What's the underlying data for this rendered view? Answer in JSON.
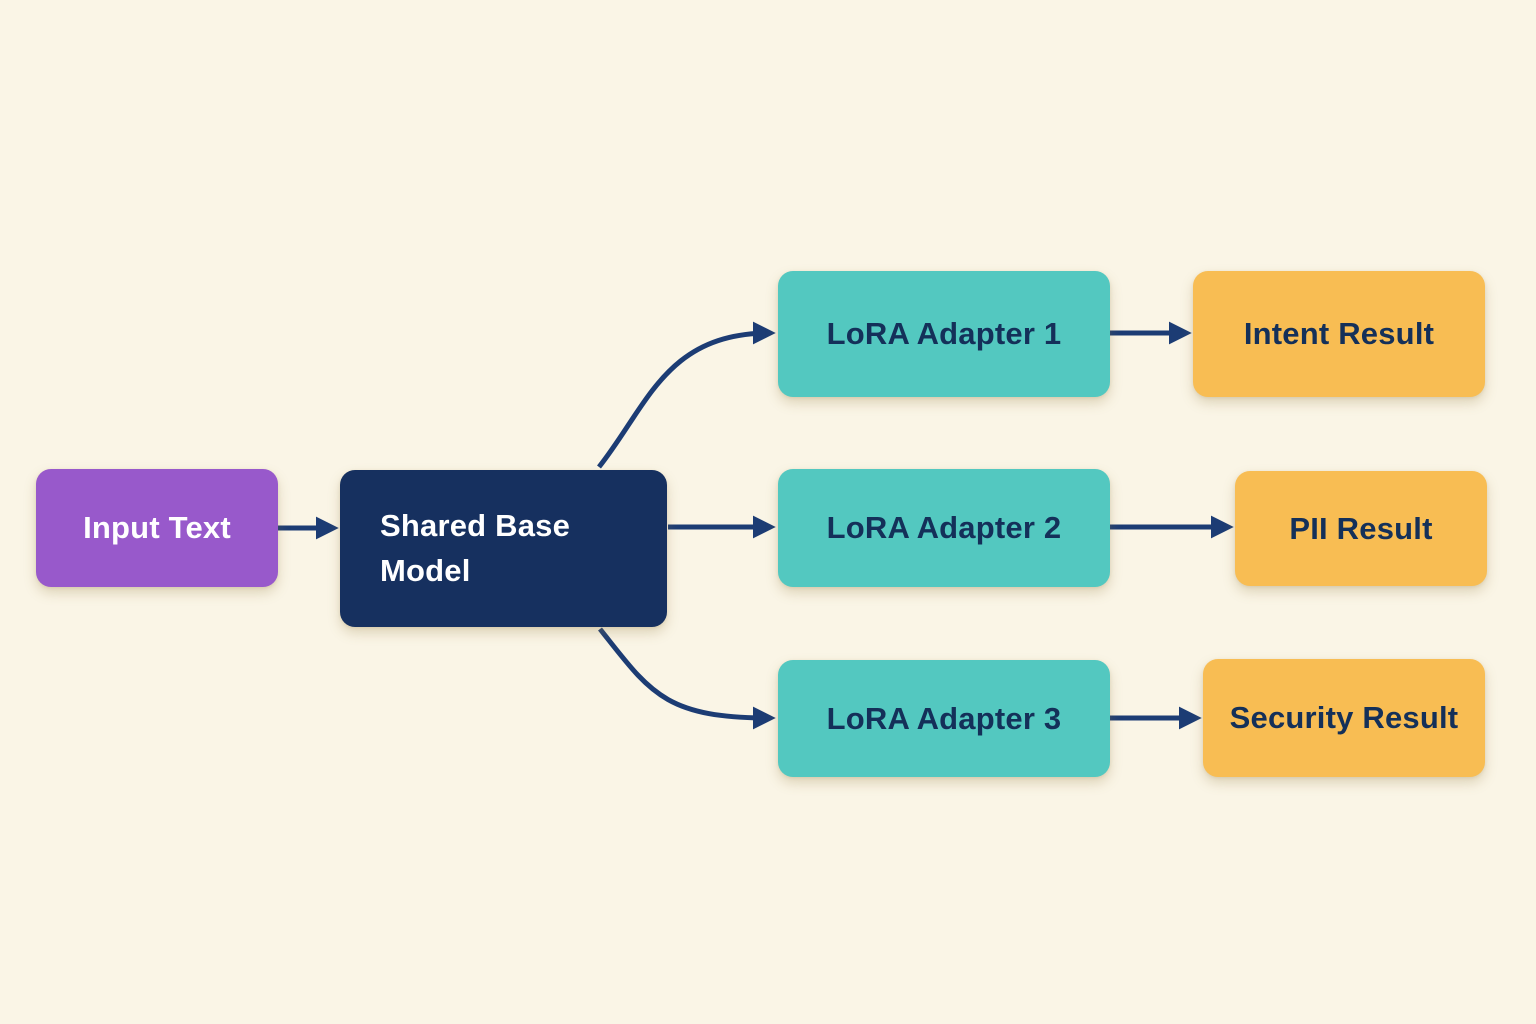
{
  "colors": {
    "canvas_bg": "#FAF5E6",
    "input_fill": "#9859CB",
    "base_fill": "#16305F",
    "adapter_fill": "#53C8C0",
    "result_fill": "#F8BD53",
    "connector": "#1C3C74",
    "text_on_dark": "#FFFFFF",
    "text_on_light": "#143059"
  },
  "nodes": {
    "input": {
      "label": "Input Text",
      "type": "input"
    },
    "base": {
      "label": "Shared Base Model",
      "type": "model"
    },
    "adapter1": {
      "label": "LoRA Adapter 1",
      "type": "adapter"
    },
    "adapter2": {
      "label": "LoRA Adapter 2",
      "type": "adapter"
    },
    "adapter3": {
      "label": "LoRA Adapter 3",
      "type": "adapter"
    },
    "result1": {
      "label": "Intent Result",
      "type": "result"
    },
    "result2": {
      "label": "PII Result",
      "type": "result"
    },
    "result3": {
      "label": "Security Result",
      "type": "result"
    }
  },
  "edges": [
    {
      "from": "input",
      "to": "base"
    },
    {
      "from": "base",
      "to": "adapter1"
    },
    {
      "from": "base",
      "to": "adapter2"
    },
    {
      "from": "base",
      "to": "adapter3"
    },
    {
      "from": "adapter1",
      "to": "result1"
    },
    {
      "from": "adapter2",
      "to": "result2"
    },
    {
      "from": "adapter3",
      "to": "result3"
    }
  ]
}
